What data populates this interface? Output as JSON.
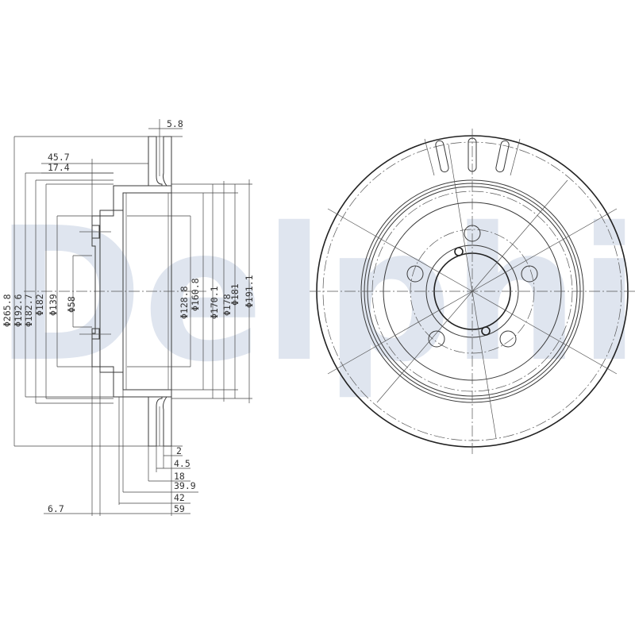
{
  "watermark": {
    "text": "Delphi",
    "color": "#dfe5ef"
  },
  "colors": {
    "line": "#3a3a3a",
    "text": "#333333",
    "background": "#ffffff"
  },
  "profile_view": {
    "top_dims": [
      {
        "id": "vane_thickness",
        "label": "5.8"
      },
      {
        "id": "hat_offset",
        "label": "45.7"
      },
      {
        "id": "flange_offset",
        "label": "17.4"
      }
    ],
    "left_diameters": [
      {
        "id": "outer_diameter",
        "label": "Φ265.8"
      },
      {
        "id": "d192_6",
        "label": "Φ192.6"
      },
      {
        "id": "d182_7",
        "label": "Φ182.7"
      },
      {
        "id": "d182",
        "label": "Φ182"
      },
      {
        "id": "d139",
        "label": "Φ139"
      },
      {
        "id": "center_bore",
        "label": "Φ58"
      }
    ],
    "right_diameters": [
      {
        "id": "d128_8",
        "label": "Φ128.8"
      },
      {
        "id": "d160_8",
        "label": "Φ160.8"
      },
      {
        "id": "d170_1",
        "label": "Φ170.1"
      },
      {
        "id": "d178",
        "label": "Φ178"
      },
      {
        "id": "d181",
        "label": "Φ181"
      },
      {
        "id": "d191_1",
        "label": "Φ191.1"
      }
    ],
    "bottom_dims": [
      {
        "id": "d2",
        "label": "2"
      },
      {
        "id": "d4_5",
        "label": "4.5"
      },
      {
        "id": "d18",
        "label": "18"
      },
      {
        "id": "d39_9",
        "label": "39.9"
      },
      {
        "id": "d42",
        "label": "42"
      },
      {
        "id": "d59",
        "label": "59"
      },
      {
        "id": "d6_7",
        "label": "6.7"
      }
    ]
  },
  "face_view": {
    "bolt_holes": 5,
    "locating_holes": 2,
    "cooling_slots_shown": 3
  }
}
